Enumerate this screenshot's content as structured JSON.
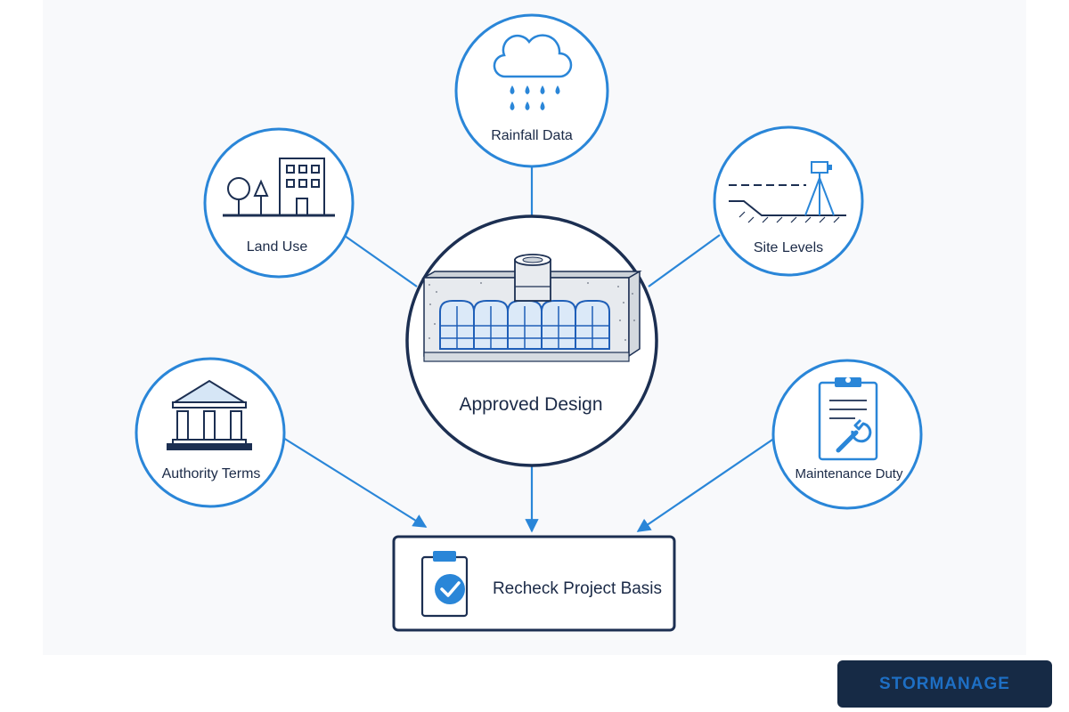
{
  "nodes": {
    "rainfall": {
      "label": "Rainfall Data",
      "icon": "rain-cloud-icon"
    },
    "land_use": {
      "label": "Land Use",
      "icon": "buildings-trees-icon"
    },
    "site_levels": {
      "label": "Site Levels",
      "icon": "survey-level-icon"
    },
    "authority": {
      "label": "Authority Terms",
      "icon": "government-building-icon"
    },
    "maintenance": {
      "label": "Maintenance Duty",
      "icon": "clipboard-wrench-icon"
    },
    "center": {
      "label": "Approved Design",
      "icon": "stormwater-tank-icon"
    },
    "result": {
      "label": "Recheck Project Basis",
      "icon": "clipboard-check-icon"
    }
  },
  "brand": {
    "text": "STORMANAGE"
  },
  "colors": {
    "accent": "#2a86d8",
    "navy": "#1c2f52",
    "text": "#1b2a47",
    "background": "#f8f9fb"
  }
}
